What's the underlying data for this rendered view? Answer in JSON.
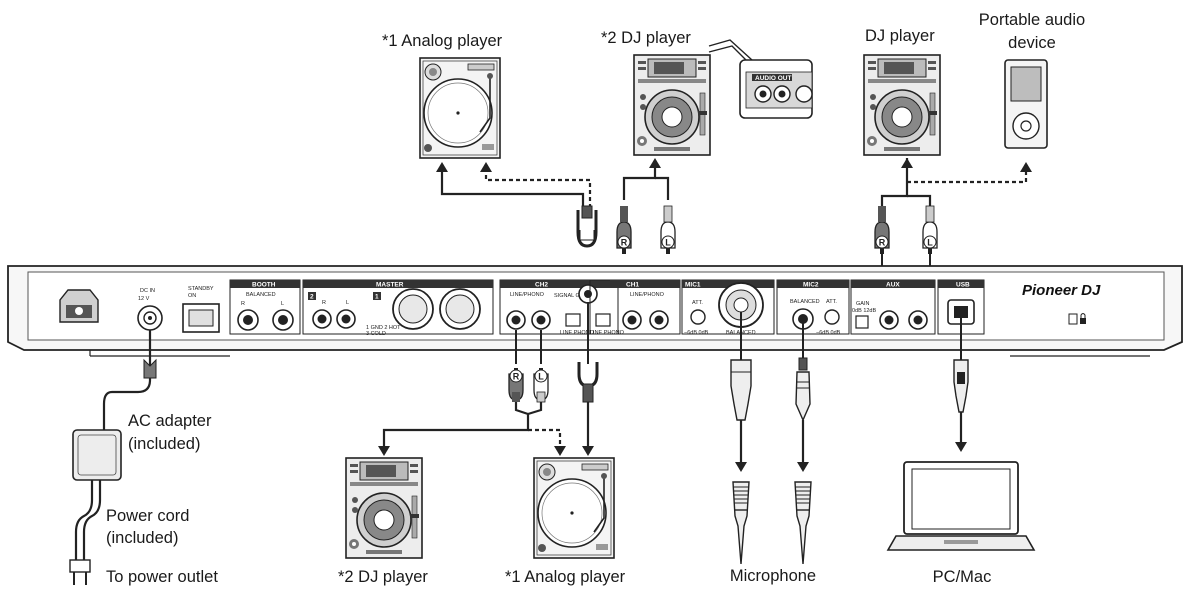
{
  "labels": {
    "analog_player_top": "*1 Analog player",
    "dj_player_top": "*2 DJ player",
    "dj_player_right": "DJ player",
    "portable_line1": "Portable audio",
    "portable_line2": "device",
    "ac_adapter_line1": "AC adapter",
    "ac_adapter_line2": "(included)",
    "power_cord_line1": "Power cord",
    "power_cord_line2": "(included)",
    "power_outlet": "To power outlet",
    "dj_player_bottom": "*2 DJ player",
    "analog_player_bottom": "*1 Analog player",
    "microphone": "Microphone",
    "pc_mac": "PC/Mac"
  },
  "panel": {
    "brand": "Pioneer DJ",
    "dc_in": "DC IN",
    "dc_volt": "12 V",
    "standby": "STANDBY",
    "on": "ON",
    "booth": "BOOTH",
    "balanced": "BALANCED",
    "master": "MASTER",
    "ch2": "CH2",
    "ch1": "CH1",
    "line_phono": "LINE/PHONO",
    "signal_gnd": "SIGNAL GND",
    "line": "LINE",
    "phono": "PHONO",
    "mic1": "MIC1",
    "mic2": "MIC2",
    "att": "ATT.",
    "att_values": "−6dB 0dB",
    "aux": "AUX",
    "gain": "GAIN",
    "gain_values": "0dB  12dB",
    "usb": "USB",
    "r": "R",
    "l": "L",
    "one": "1",
    "two": "2",
    "xlr_pins": "1 GND  2 HOT",
    "xlr_cold": "3 COLD",
    "audio_out": "AUDIO OUT"
  }
}
